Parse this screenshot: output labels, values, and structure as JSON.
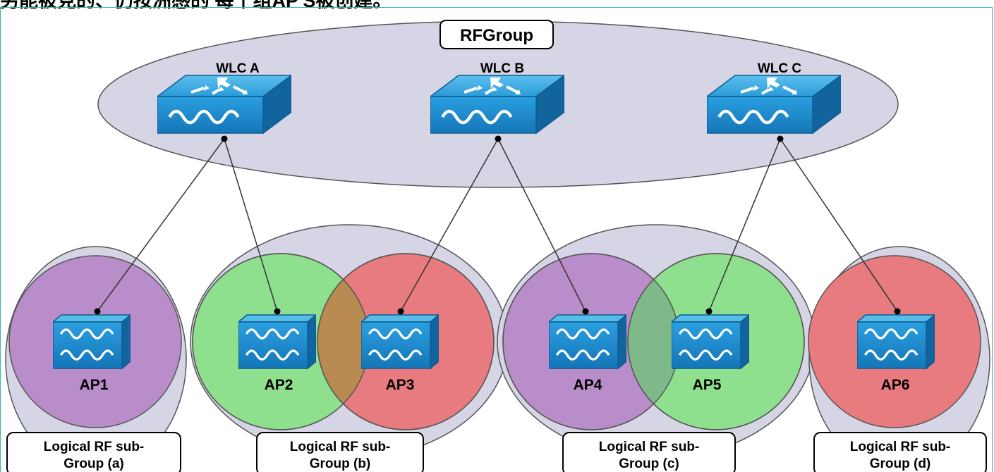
{
  "caption": "另能被見的、仍按洲感的 每个组AP'S被创建。",
  "rf_group_label": "RFGroup",
  "controllers": [
    {
      "label": "WLC A"
    },
    {
      "label": "WLC B"
    },
    {
      "label": "WLC C"
    }
  ],
  "access_points": [
    {
      "label": "AP1",
      "color": "#b98dc9"
    },
    {
      "label": "AP2",
      "color": "#8ee08e"
    },
    {
      "label": "AP3",
      "color": "#e77b80"
    },
    {
      "label": "AP4",
      "color": "#b98dc9"
    },
    {
      "label": "AP5",
      "color": "#8ee08e"
    },
    {
      "label": "AP6",
      "color": "#e77b80"
    }
  ],
  "subgroups": [
    {
      "line1": "Logical RF sub-",
      "line2": "Group (a)"
    },
    {
      "line1": "Logical RF sub-",
      "line2": "Group (b)"
    },
    {
      "line1": "Logical RF sub-",
      "line2": "Group (c)"
    },
    {
      "line1": "Logical RF sub-",
      "line2": "Group (d)"
    }
  ],
  "colors": {
    "group_fill": "#d6d5e5",
    "device_blue": "#2a9bd6",
    "overlap_orange": "#b98a52",
    "overlap_green": "#7fb98a"
  }
}
